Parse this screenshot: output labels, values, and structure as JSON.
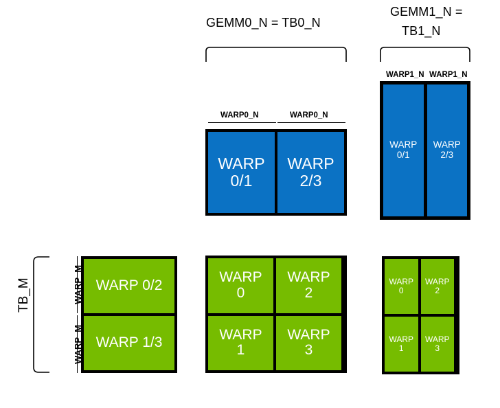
{
  "diagram": {
    "title_top_center": "GEMM0_N = TB0_N",
    "title_top_right_line1": "GEMM1_N =",
    "title_top_right_line2": "TB1_N",
    "colors": {
      "blue": "#0b72c4",
      "green": "#76bc00",
      "outline": "#000000",
      "background": "#ffffff"
    },
    "labels": {
      "warp0_n_left": "WARP0_N",
      "warp0_n_right": "WARP0_N",
      "warp1_n_left": "WARP1_N",
      "warp1_n_right": "WARP1_N",
      "tb_m": "TB_M",
      "warp_m_top": "WARP_M",
      "warp_m_bottom": "WARP_M"
    },
    "groups": {
      "blue_center": {
        "name": "GEMM0 blue row",
        "cells": [
          {
            "line1": "WARP",
            "line2": "0/1"
          },
          {
            "line1": "WARP",
            "line2": "2/3"
          }
        ]
      },
      "blue_right": {
        "name": "GEMM1 blue row",
        "cells": [
          {
            "line1": "WARP",
            "line2": "0/1"
          },
          {
            "line1": "WARP",
            "line2": "2/3"
          }
        ]
      },
      "green_left": {
        "name": "TB_M green column",
        "cells": [
          {
            "line1": "WARP 0/2",
            "line2": ""
          },
          {
            "line1": "WARP 1/3",
            "line2": ""
          }
        ]
      },
      "green_center": {
        "name": "GEMM0 green grid",
        "cells": [
          {
            "line1": "WARP",
            "line2": "0"
          },
          {
            "line1": "WARP",
            "line2": "2"
          },
          {
            "line1": "WARP",
            "line2": "1"
          },
          {
            "line1": "WARP",
            "line2": "3"
          }
        ]
      },
      "green_right": {
        "name": "GEMM1 green grid",
        "cells": [
          {
            "line1": "WARP",
            "line2": "0"
          },
          {
            "line1": "WARP",
            "line2": "2"
          },
          {
            "line1": "WARP",
            "line2": "1"
          },
          {
            "line1": "WARP",
            "line2": "3"
          }
        ]
      }
    }
  }
}
